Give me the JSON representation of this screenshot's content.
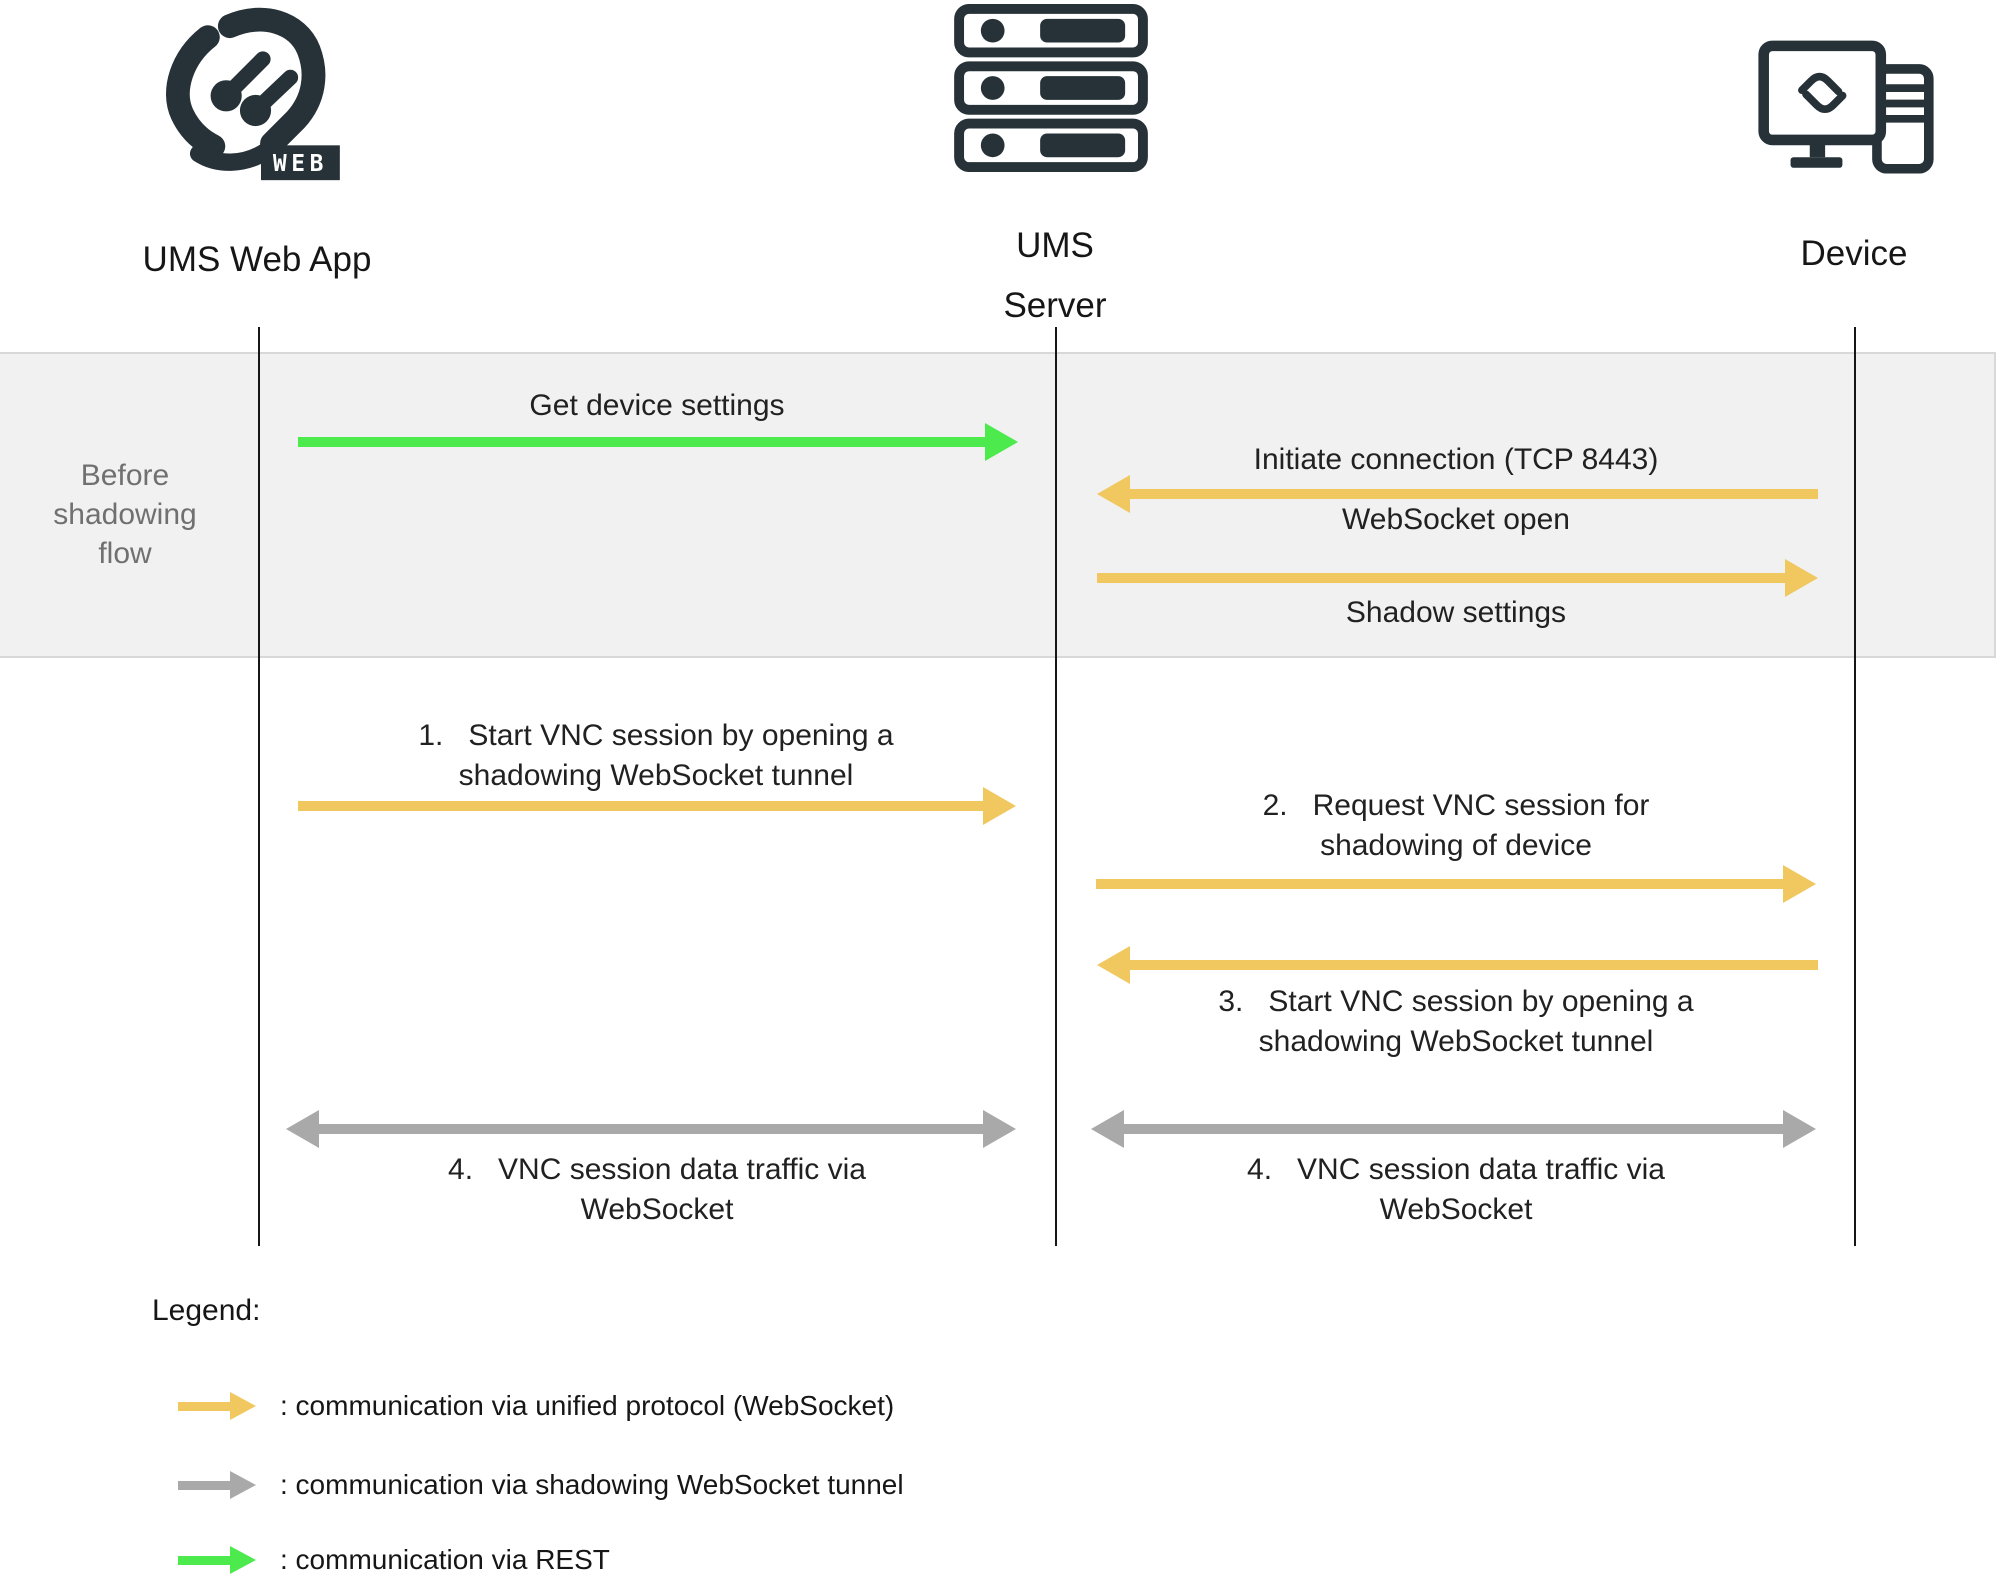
{
  "colors": {
    "rest_green": "#4dea4d",
    "unified_yellow": "#f0c85f",
    "shadow_tunnel_gray": "#a9a9a9",
    "icon_dark": "#263238",
    "band_background": "#f1f1f2",
    "band_border": "#d8d8d8",
    "band_text": "#707070",
    "label_text": "#212121"
  },
  "actors": [
    {
      "label": "UMS Web App",
      "badge": "WEB",
      "icon": "ums-web-app-logo"
    },
    {
      "label": "UMS Server",
      "label_lines": [
        "UMS",
        "Server"
      ],
      "icon": "server-stack"
    },
    {
      "label": "Device",
      "icon": "device-monitor"
    }
  ],
  "phase_band": {
    "label_lines": [
      "Before",
      "shadowing",
      "flow"
    ]
  },
  "messages": [
    {
      "from": "UMS Web App",
      "to": "UMS Server",
      "protocol": "REST",
      "direction": "right",
      "lines_above": [
        "Get device settings"
      ]
    },
    {
      "from": "Device",
      "to": "UMS Server",
      "protocol": "unified protocol (WebSocket)",
      "direction": "left",
      "lines_above": [
        "Initiate connection (TCP 8443)"
      ],
      "lines_below": [
        "WebSocket open"
      ]
    },
    {
      "from": "UMS Server",
      "to": "Device",
      "protocol": "unified protocol (WebSocket)",
      "direction": "right",
      "lines_below": [
        "Shadow settings"
      ]
    },
    {
      "from": "UMS Web App",
      "to": "UMS Server",
      "protocol": "unified protocol (WebSocket)",
      "direction": "right",
      "lines_above": [
        "1.   Start VNC session by opening a",
        "shadowing WebSocket tunnel"
      ]
    },
    {
      "from": "UMS Server",
      "to": "Device",
      "protocol": "unified protocol (WebSocket)",
      "direction": "right",
      "lines_above": [
        "2.   Request VNC session for",
        "shadowing of device"
      ]
    },
    {
      "from": "Device",
      "to": "UMS Server",
      "protocol": "unified protocol (WebSocket)",
      "direction": "left",
      "lines_below": [
        "3.   Start VNC session by opening a",
        "shadowing WebSocket tunnel"
      ]
    },
    {
      "from": "UMS Web App",
      "to": "UMS Server",
      "protocol": "shadowing WebSocket tunnel",
      "direction": "both",
      "lines_below": [
        "4.   VNC session data traffic via",
        "WebSocket"
      ]
    },
    {
      "from": "UMS Server",
      "to": "Device",
      "protocol": "shadowing WebSocket tunnel",
      "direction": "both",
      "lines_below": [
        "4.   VNC session data traffic via",
        "WebSocket"
      ]
    }
  ],
  "legend": {
    "title": "Legend:",
    "items": [
      {
        "arrow": "unified",
        "color": "#f0c85f",
        "label": ": communication via unified protocol (WebSocket)"
      },
      {
        "arrow": "shadowing-tunnel",
        "color": "#a9a9a9",
        "label": ": communication via shadowing WebSocket tunnel"
      },
      {
        "arrow": "rest",
        "color": "#4dea4d",
        "label": ": communication via REST"
      }
    ]
  }
}
